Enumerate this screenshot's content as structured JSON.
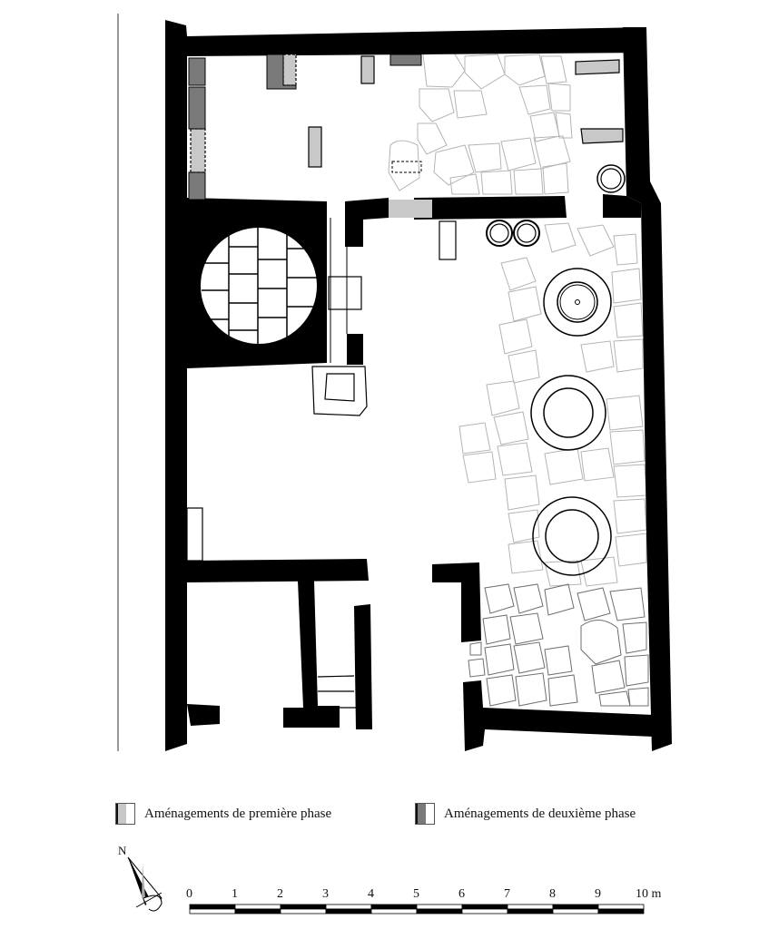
{
  "figure": {
    "type": "archaeological floor plan",
    "colors": {
      "wall": "#000000",
      "phase1_fill": "#c8c8c8",
      "phase2_fill": "#7a7a7a",
      "paving_stroke": "#b4b4b4",
      "paving_stroke_dark": "#6e6e6e"
    }
  },
  "legend": {
    "items": [
      {
        "label": "Aménagements de première phase",
        "color": "#c8c8c8"
      },
      {
        "label": "Aménagements de deuxième phase",
        "color": "#7a7a7a"
      }
    ]
  },
  "north_arrow": {
    "label": "N"
  },
  "scale_bar": {
    "ticks": [
      "0",
      "1",
      "2",
      "3",
      "4",
      "5",
      "6",
      "7",
      "8",
      "9",
      "10 m"
    ],
    "unit": "m",
    "max": 10
  }
}
